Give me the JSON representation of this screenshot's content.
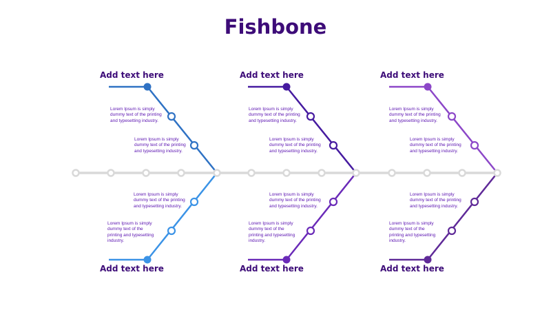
{
  "title": "Fishbone",
  "colors": {
    "title": "#3d0c78",
    "spine": "#d9d9d9",
    "text": "#5a12b0"
  },
  "branches": [
    {
      "top_color": "#2f72c4",
      "bottom_color": "#3b93e6",
      "top_label": "Add text here",
      "bottom_label": "Add text here",
      "top_items": [
        "Lorem Ipsum is simply dummy text of the printing and typesetting industry.",
        "Lorem Ipsum is simply dummy text of the printing and typesetting industry."
      ],
      "bottom_items": [
        "Lorem Ipsum is simply dummy text of the printing and typesetting industry.",
        "Lorem Ipsum is simply dummy text of the printing and typesetting industry."
      ]
    },
    {
      "top_color": "#461ba0",
      "bottom_color": "#6a2ab8",
      "top_label": "Add text here",
      "bottom_label": "Add text here",
      "top_items": [
        "Lorem Ipsum is simply dummy text of the printing and typesetting industry.",
        "Lorem Ipsum is simply dummy text of the printing and typesetting industry."
      ],
      "bottom_items": [
        "Lorem Ipsum is simply dummy text of the printing and typesetting industry.",
        "Lorem Ipsum is simply dummy text of the printing and typesetting industry."
      ]
    },
    {
      "top_color": "#8c47c8",
      "bottom_color": "#5f2a98",
      "top_label": "Add text here",
      "bottom_label": "Add text here",
      "top_items": [
        "Lorem Ipsum is simply dummy text of the printing and typesetting industry.",
        "Lorem Ipsum is simply dummy text of the printing and typesetting industry."
      ],
      "bottom_items": [
        "Lorem Ipsum is simply dummy text of the printing and typesetting industry.",
        "Lorem Ipsum is simply dummy text of the printing and typesetting industry."
      ]
    }
  ]
}
